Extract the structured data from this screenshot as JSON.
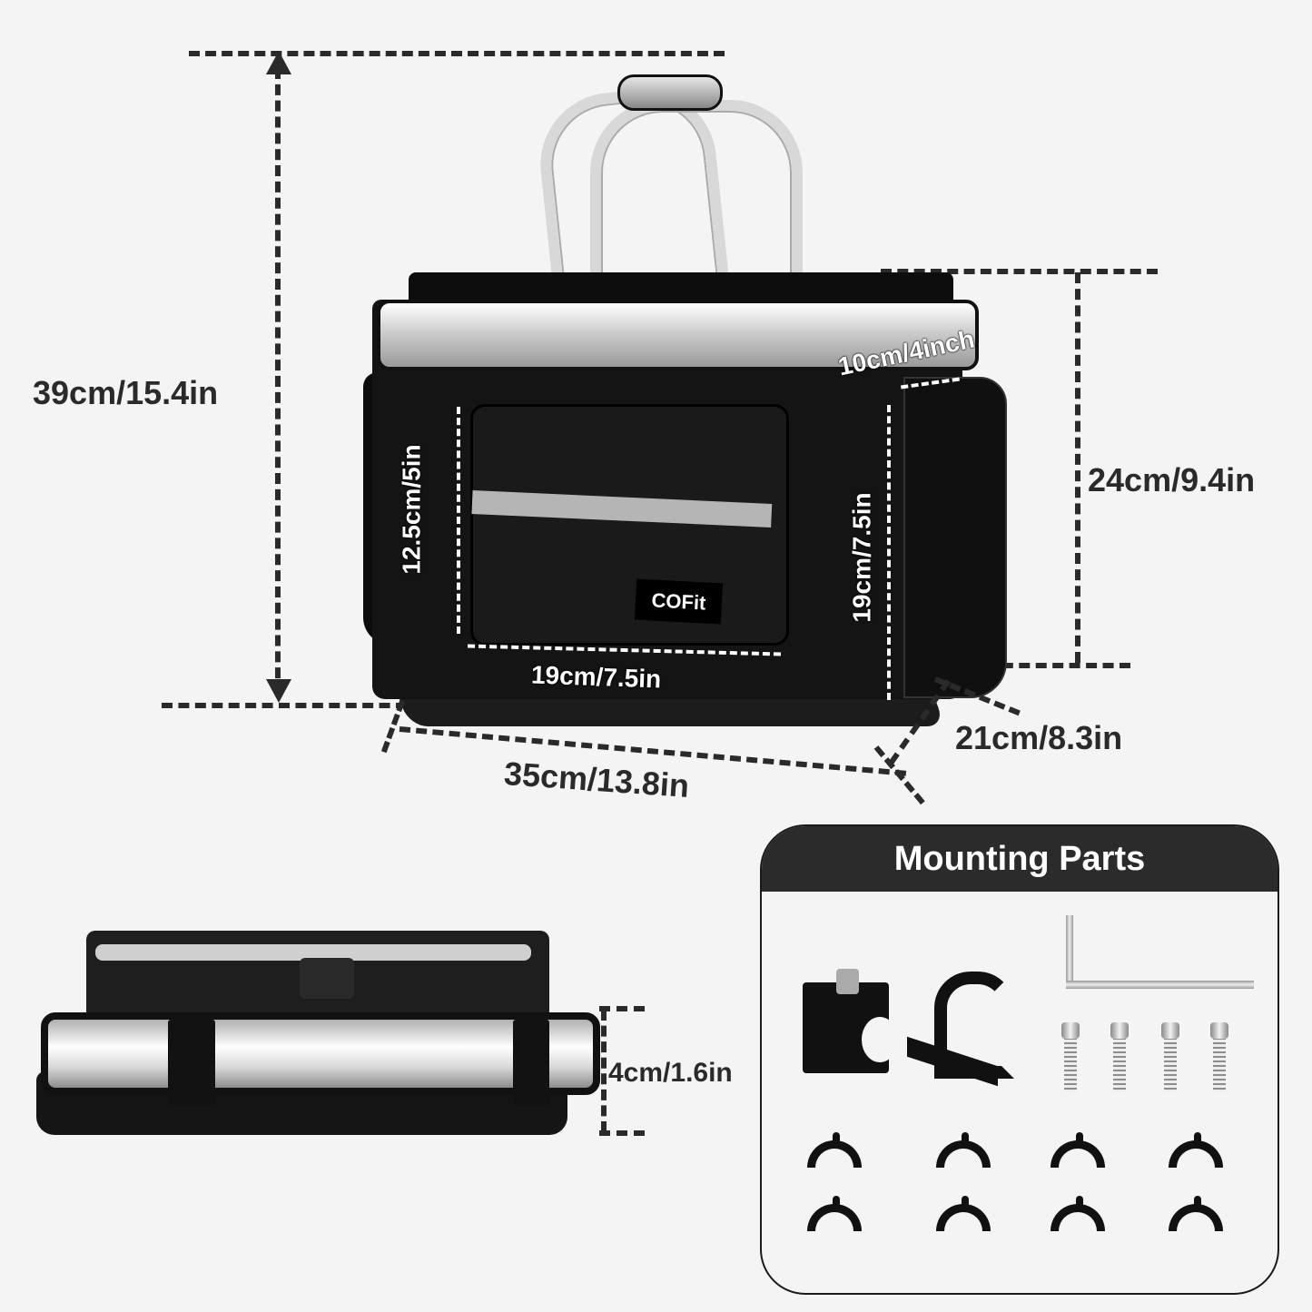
{
  "product": {
    "brand_logo": "COFit",
    "colors": {
      "background": "#f4f4f4",
      "bag": "#141414",
      "frame": "#d8d8d8",
      "label_text": "#2a2a2a",
      "card_header": "#2b2b2b"
    }
  },
  "dimensions": {
    "total_height": "39cm/15.4in",
    "basket_height": "24cm/9.4in",
    "side_pocket_depth": "10cm/4inch",
    "front_pocket_height": "12.5cm/5in",
    "front_pocket_width": "19cm/7.5in",
    "side_pocket_height": "19cm/7.5in",
    "length": "35cm/13.8in",
    "width": "21cm/8.3in",
    "folded_height": "4cm/1.6in"
  },
  "mounting_parts": {
    "title": "Mounting Parts",
    "items": [
      "handlebar-clamp-base",
      "handlebar-clamp-bracket",
      "hex-key",
      "screw",
      "screw",
      "screw",
      "screw",
      "shim",
      "shim",
      "shim",
      "shim",
      "shim",
      "shim",
      "shim",
      "shim"
    ]
  }
}
